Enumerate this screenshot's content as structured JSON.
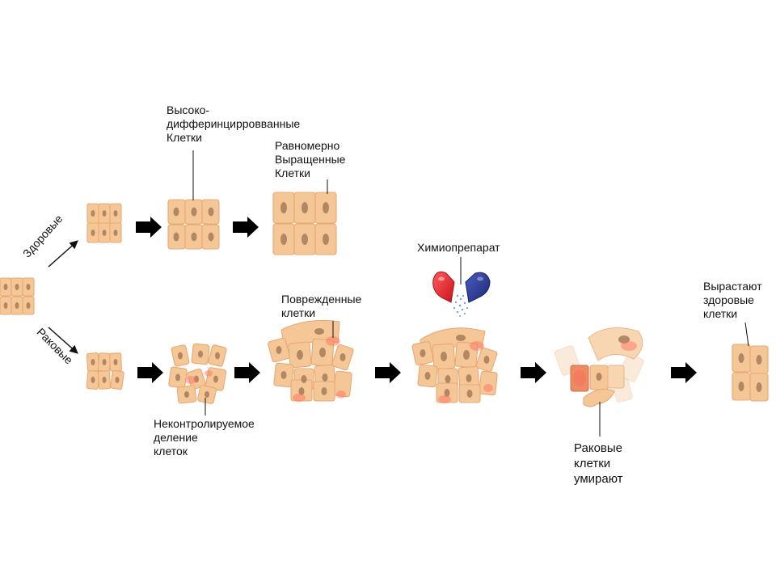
{
  "labels": {
    "healthy_branch": "Здоровые",
    "cancer_branch": "Раковые",
    "highly_differentiated": "Высоко-\nдифферинцирровванные\nКлетки",
    "evenly_grown": "Равномерно\nВыращенные\nКлетки",
    "chemo": "Химиопрепарат",
    "damaged": "Поврежденные\nклетки",
    "uncontrolled": "Неконтролируемое\nделение\nклеток",
    "cancer_die": "Раковые\nклетки\nумирают",
    "healthy_grow": "Вырастают\nздоровые\nклетки"
  },
  "colors": {
    "cell_fill": "#f6c796",
    "cell_stroke": "#e8a874",
    "nucleus": "#a67b5b",
    "damage": "#ff6a5a",
    "capsule_red": "#e0202a",
    "capsule_blue": "#23358f",
    "powder": "#7fa2c8",
    "arrow": "#000000"
  },
  "icons": [
    "chemo-capsule-icon",
    "process-arrow-icon"
  ]
}
